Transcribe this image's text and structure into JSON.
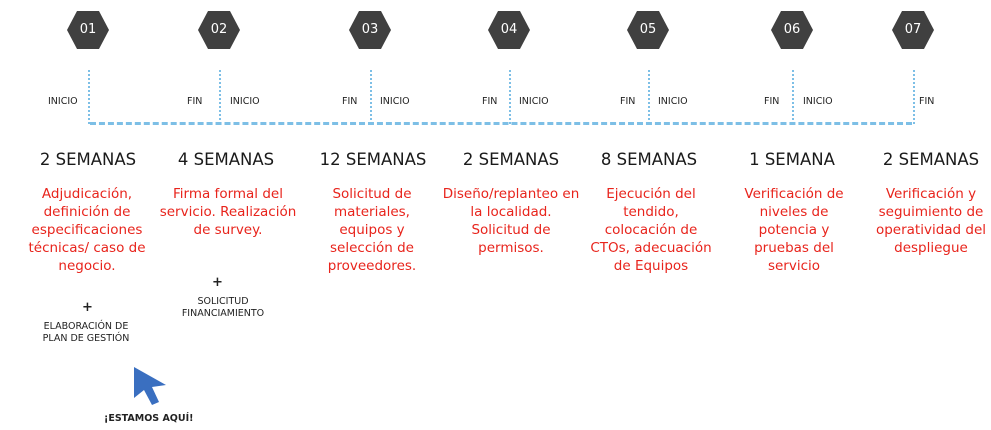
{
  "steps": [
    {
      "num": "01",
      "left_label": "INICIO",
      "right_label": "",
      "duration": "2 SEMANAS",
      "description": "Adjudicación, definición de especificaciones técnicas/ caso de negocio."
    },
    {
      "num": "02",
      "left_label": "FIN",
      "right_label": "INICIO",
      "duration": "4 SEMANAS",
      "description": "Firma formal del servicio. Realización de survey."
    },
    {
      "num": "03",
      "left_label": "FIN",
      "right_label": "INICIO",
      "duration": "12 SEMANAS",
      "description": "Solicitud de materiales, equipos y selección de proveedores."
    },
    {
      "num": "04",
      "left_label": "FIN",
      "right_label": "INICIO",
      "duration": "2 SEMANAS",
      "description": "Diseño/replanteo en la localidad. Solicitud de permisos."
    },
    {
      "num": "05",
      "left_label": "FIN",
      "right_label": "INICIO",
      "duration": "8 SEMANAS",
      "description": "Ejecución del tendido, colocación de CTOs, adecuación de Equipos"
    },
    {
      "num": "06",
      "left_label": "FIN",
      "right_label": "INICIO",
      "duration": "1 SEMANA",
      "description": "Verificación de niveles de potencia y pruebas del servicio"
    },
    {
      "num": "07",
      "left_label": "",
      "right_label": "FIN",
      "duration": "2 SEMANAS",
      "description": "Verificación y seguimiento de operatividad del despliegue"
    }
  ],
  "extras": {
    "plus_symbol": "+",
    "step1_note_line1": "ELABORACIÓN DE",
    "step1_note_line2": "PLAN DE GESTIÓN",
    "step2_note_line1": "SOLICITUD",
    "step2_note_line2": "FINANCIAMIENTO"
  },
  "marker": {
    "label": "¡ESTAMOS AQUÍ!",
    "icon": "cursor-arrow-icon"
  },
  "colors": {
    "hex_fill": "#404040",
    "line": "#7dbfe6",
    "desc_text": "#e8241c"
  }
}
